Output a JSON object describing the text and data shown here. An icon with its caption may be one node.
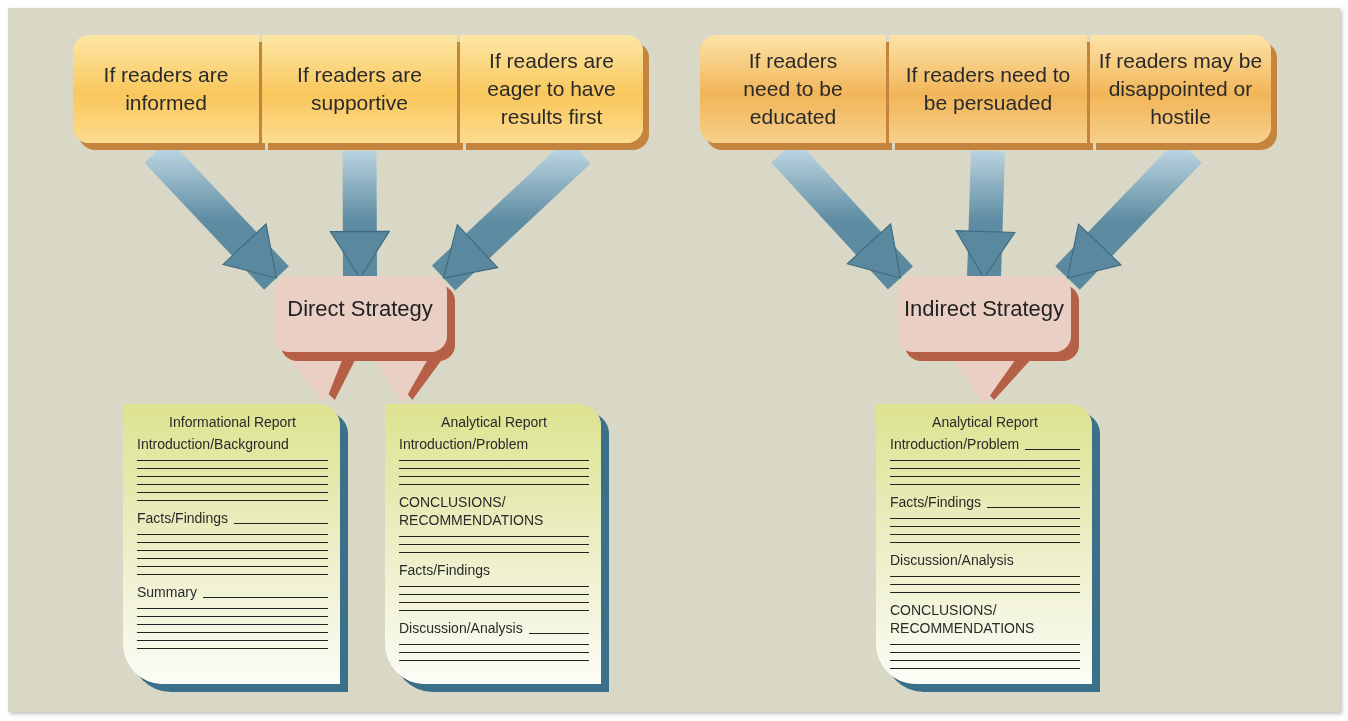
{
  "diagram": {
    "nodes": [
      {
        "text": [
          "If readers are informed"
        ]
      },
      {
        "text": [
          "If readers are supportive"
        ]
      },
      {
        "text": [
          "If readers are eager to have results first"
        ]
      },
      {
        "text": [
          "If readers need to be educated"
        ]
      },
      {
        "text": [
          "If readers need to be persuaded"
        ]
      },
      {
        "text": [
          "If readers may be disappointed or hostile"
        ]
      },
      {
        "text": [
          "Direct Strategy"
        ]
      },
      {
        "text": [
          "Indirect Strategy"
        ]
      },
      {
        "text": [
          "Informational Report",
          "Introduction/Background",
          "Facts/Findings",
          "Summary"
        ]
      },
      {
        "text": [
          "Analytical Report",
          "Introduction/Problem",
          "CONCLUSIONS/ RECOMMENDATIONS",
          "Facts/Findings",
          "Discussion/Analysis"
        ]
      },
      {
        "text": [
          "Analytical Report",
          "Introduction/Problem",
          "Facts/Findings",
          "Discussion/Analysis",
          "CONCLUSIONS/ RECOMMENDATIONS"
        ]
      }
    ],
    "edges": [
      {
        "from": 0,
        "to": 6,
        "arrow": "to",
        "style": "thick"
      },
      {
        "from": 1,
        "to": 6,
        "arrow": "to",
        "style": "thick"
      },
      {
        "from": 2,
        "to": 6,
        "arrow": "to",
        "style": "thick"
      },
      {
        "from": 3,
        "to": 7,
        "arrow": "to",
        "style": "thick"
      },
      {
        "from": 4,
        "to": 7,
        "arrow": "to",
        "style": "thick"
      },
      {
        "from": 5,
        "to": 7,
        "arrow": "to",
        "style": "thick"
      },
      {
        "from": 6,
        "to": 8,
        "arrow": "to"
      },
      {
        "from": 6,
        "to": 9,
        "arrow": "to"
      },
      {
        "from": 7,
        "to": 10,
        "arrow": "to"
      }
    ]
  }
}
